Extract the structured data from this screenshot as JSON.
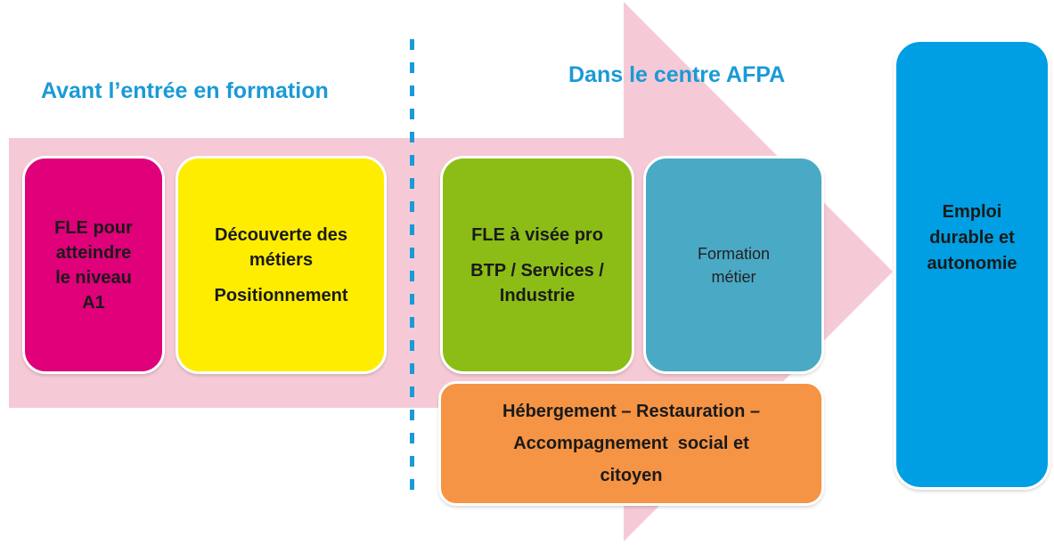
{
  "colors": {
    "arrow": "#f5cad6",
    "heading": "#1a9ad6",
    "divider": "#1a9ad6",
    "fle": "#e0007a",
    "decouverte": "#ffed00",
    "flepro": "#8cbd16",
    "formation": "#4aa9c5",
    "hebergement": "#f59444",
    "emploi": "#009fe3"
  },
  "headings": {
    "before": "Avant l’entrée en formation",
    "in_center": "Dans le centre AFPA"
  },
  "boxes": {
    "fle": [
      "FLE pour",
      "atteindre",
      "le niveau",
      "A1"
    ],
    "decouverte": [
      "Découverte des",
      "métiers",
      "Positionnement"
    ],
    "flepro": [
      "FLE à visée pro",
      "BTP / Services /",
      "Industrie"
    ],
    "formation": [
      "Formation",
      "métier"
    ],
    "hebergement": [
      "Hébergement – Restauration –",
      "Accompagnement  social et",
      "citoyen"
    ],
    "emploi": [
      "Emploi",
      "durable et",
      "autonomie"
    ]
  }
}
